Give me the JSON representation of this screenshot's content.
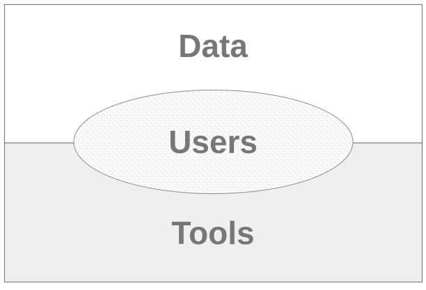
{
  "diagram": {
    "type": "layered-venn",
    "regions": {
      "top": {
        "label": "Data",
        "fill": "#ffffff"
      },
      "bottom": {
        "label": "Tools",
        "fill": "#efefef"
      },
      "center": {
        "label": "Users",
        "fill": "#fafafa",
        "pattern": "dotted"
      }
    },
    "colors": {
      "border": "#808080",
      "text": "#777777",
      "dots": "#bdbdbd"
    }
  }
}
